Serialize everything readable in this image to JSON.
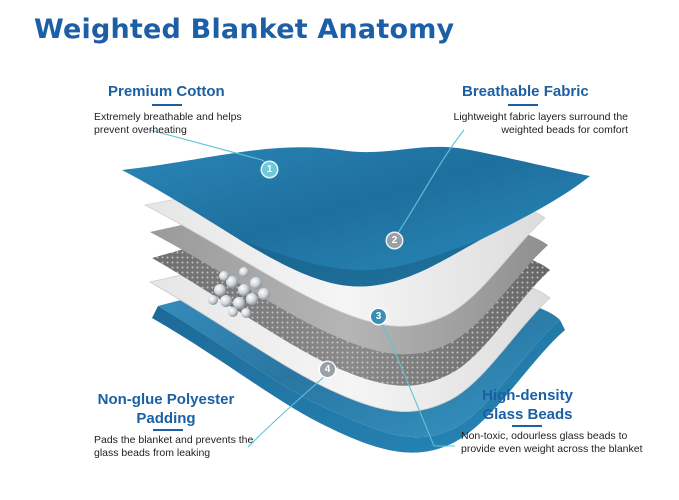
{
  "title": "Weighted Blanket Anatomy",
  "colors": {
    "brand_blue": "#1b60a4",
    "callout_line": "#5fc3d6",
    "cotton_blue": "#1f78a8",
    "fabric_grey": "#d9d9d9",
    "bead_grey": "#8c8c8c"
  },
  "labels": [
    {
      "number": "1",
      "heading": "Premium Cotton",
      "description": "Extremely breathable and helps prevent overheating"
    },
    {
      "number": "2",
      "heading": "Breathable Fabric",
      "description": "Lightweight fabric layers surround the weighted beads for comfort"
    },
    {
      "number": "3",
      "heading": "High-density Glass Beads",
      "description": "Non-toxic, odourless glass beads to provide even weight across the blanket"
    },
    {
      "number": "4",
      "heading": "Non-glue Polyester Padding",
      "description": "Pads the blanket and prevents the glass beads from leaking"
    }
  ]
}
